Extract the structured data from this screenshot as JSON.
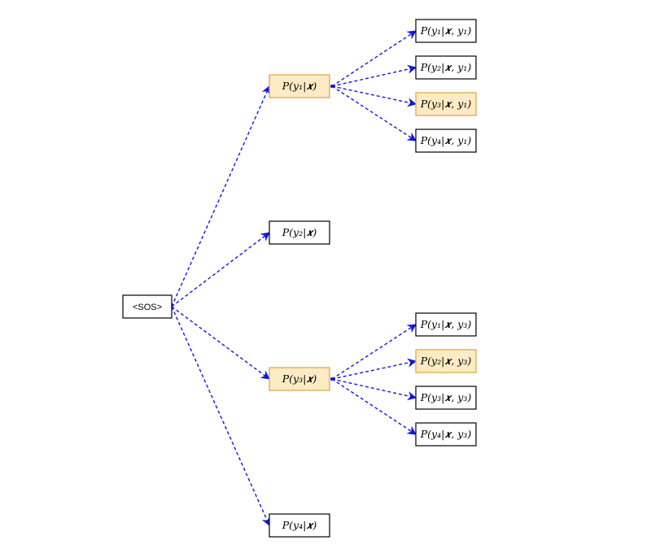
{
  "diagram": {
    "root": {
      "id": "sos",
      "label": "<SOS>"
    },
    "level1": [
      {
        "id": "l1-y1",
        "label": "P(y₁|𝒙)",
        "highlighted": true
      },
      {
        "id": "l1-y2",
        "label": "P(y₂|𝒙)",
        "highlighted": false
      },
      {
        "id": "l1-y3",
        "label": "P(y₃|𝒙)",
        "highlighted": true
      },
      {
        "id": "l1-y4",
        "label": "P(y₄|𝒙)",
        "highlighted": false
      }
    ],
    "level2_from_y1": [
      {
        "id": "l2a-y1",
        "label": "P(y₁|𝒙, y₁)",
        "highlighted": false
      },
      {
        "id": "l2a-y2",
        "label": "P(y₂|𝒙, y₁)",
        "highlighted": false
      },
      {
        "id": "l2a-y3",
        "label": "P(y₃|𝒙, y₁)",
        "highlighted": true
      },
      {
        "id": "l2a-y4",
        "label": "P(y₄|𝒙, y₁)",
        "highlighted": false
      }
    ],
    "level2_from_y3": [
      {
        "id": "l2b-y1",
        "label": "P(y₁|𝒙, y₃)",
        "highlighted": false
      },
      {
        "id": "l2b-y2",
        "label": "P(y₂|𝒙, y₃)",
        "highlighted": true
      },
      {
        "id": "l2b-y3",
        "label": "P(y₃|𝒙, y₃)",
        "highlighted": false
      },
      {
        "id": "l2b-y4",
        "label": "P(y₄|𝒙, y₃)",
        "highlighted": false
      }
    ],
    "colors": {
      "edge": "#1515e0",
      "highlight_fill": "#fdebc4",
      "highlight_stroke": "#d9a441",
      "box_stroke": "#000000"
    }
  }
}
